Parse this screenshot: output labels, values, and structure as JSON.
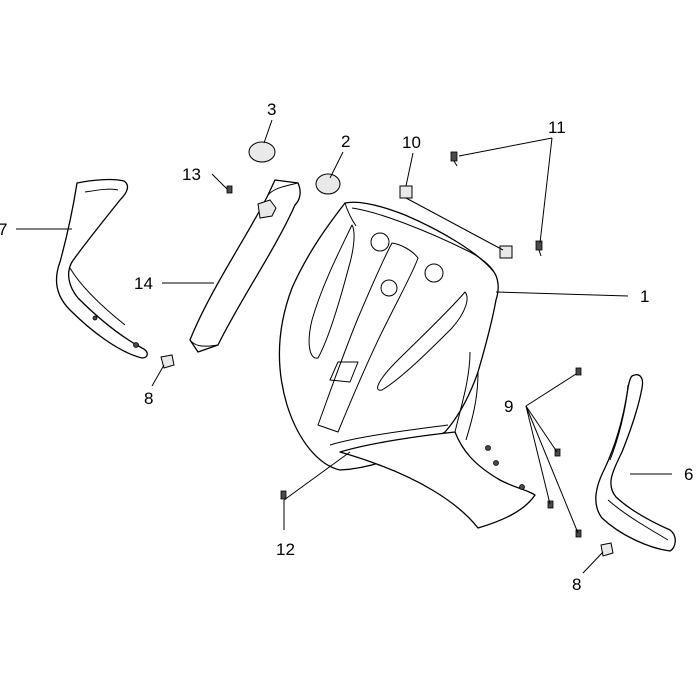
{
  "callouts": {
    "c1": "1",
    "c2": "2",
    "c3": "3",
    "c6": "6",
    "c7": "7",
    "c8a": "8",
    "c8b": "8",
    "c9": "9",
    "c10": "10",
    "c11": "11",
    "c12": "12",
    "c13": "13",
    "c14": "14"
  }
}
